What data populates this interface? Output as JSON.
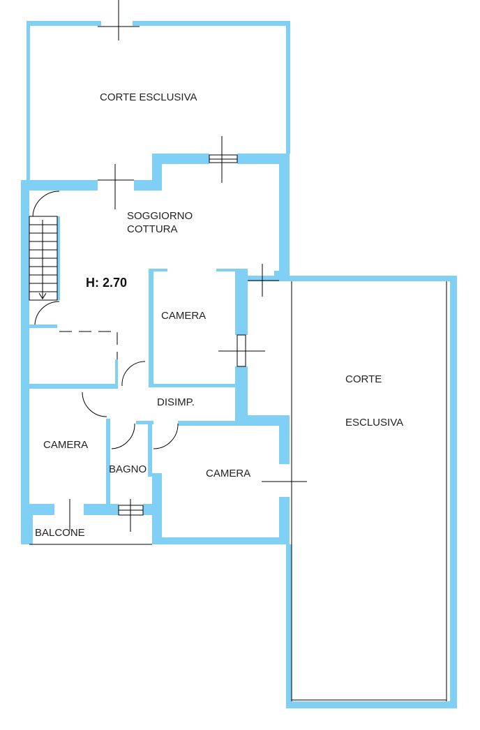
{
  "plan": {
    "wall_color": "#7fd0f4",
    "ceiling_height": "H: 2.70",
    "rooms": {
      "corte_top": "CORTE ESCLUSIVA",
      "soggiorno_1": "SOGGIORNO",
      "soggiorno_2": "COTTURA",
      "camera_center": "CAMERA",
      "disimp": "DISIMP.",
      "camera_left": "CAMERA",
      "bagno": "BAGNO",
      "camera_right": "CAMERA",
      "balcone": "BALCONE",
      "corte_right_1": "CORTE",
      "corte_right_2": "ESCLUSIVA"
    }
  }
}
